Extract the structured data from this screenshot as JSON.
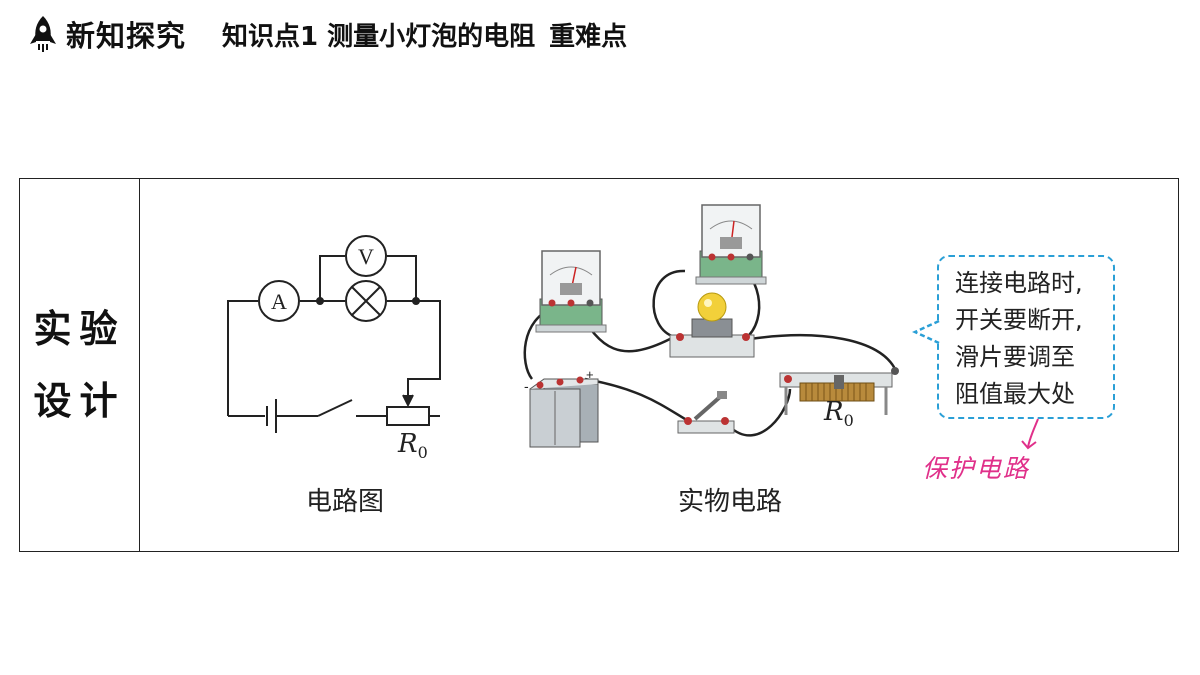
{
  "header": {
    "section_title": "新知探究",
    "topic": "知识点1  测量小灯泡的电阻",
    "difficulty": "重难点"
  },
  "table": {
    "row_label": "实验设计"
  },
  "circuit_diagram": {
    "ammeter_symbol": "A",
    "voltmeter_symbol": "V",
    "resistor_letter": "R",
    "resistor_sub": "0",
    "caption": "电路图"
  },
  "physical_circuit": {
    "battery_minus": "-",
    "battery_plus": "+",
    "rheostat_letter": "R",
    "rheostat_sub": "0",
    "caption": "实物电路"
  },
  "callout": {
    "lines": [
      "连接电路时,",
      "开关要断开,",
      "滑片要调至",
      "阻值最大处"
    ]
  },
  "handwritten_note": "保护电路",
  "colors": {
    "callout_border": "#2a9fd6",
    "handnote": "#e0308a",
    "meter_body": "#7ab58a",
    "bulb": "#f2d03a"
  }
}
